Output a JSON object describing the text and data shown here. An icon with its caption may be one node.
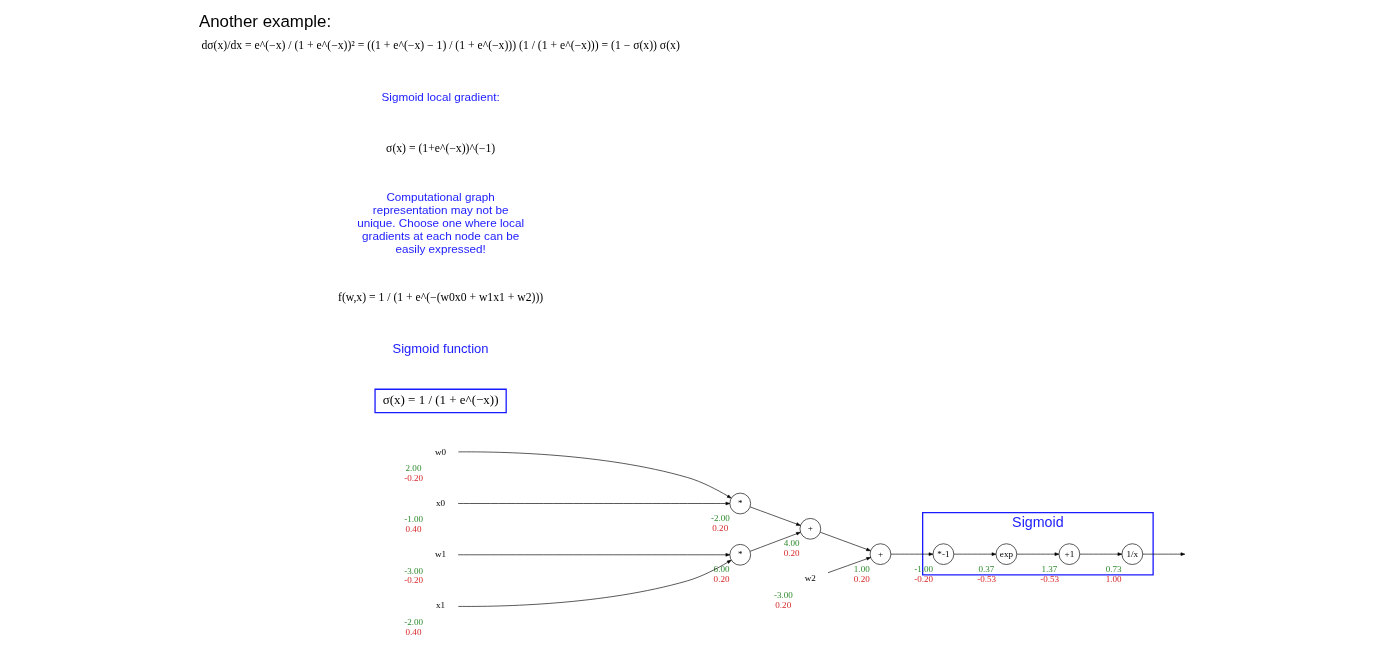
{
  "diagram": {
    "title": "Another example:",
    "nodes": [
      {
        "text": [
          "w0"
        ],
        "beside": [
          "2.00",
          "-0.20"
        ]
      },
      {
        "text": [
          "x0"
        ],
        "beside": [
          "-1.00",
          "0.40"
        ]
      },
      {
        "text": [
          "*"
        ],
        "beside": [
          "-2.00",
          "0.20"
        ]
      },
      {
        "text": [
          "w1"
        ],
        "beside": [
          "-3.00",
          "-0.20"
        ]
      },
      {
        "text": [
          "x1"
        ],
        "beside": [
          "-2.00",
          "0.40"
        ]
      },
      {
        "text": [
          "*"
        ],
        "beside": [
          "6.00",
          "0.20"
        ]
      },
      {
        "text": [
          "+"
        ],
        "beside": [
          "4.00",
          "0.20"
        ]
      },
      {
        "text": [
          "w2"
        ],
        "beside": [
          "-3.00",
          "0.20"
        ]
      },
      {
        "text": [
          "+"
        ],
        "beside": [
          "1.00",
          "0.20"
        ]
      },
      {
        "text": [
          "Sigmoid"
        ]
      },
      {
        "text": [
          "*-1"
        ],
        "in": 9,
        "beside": [
          "-1.00",
          "-0.20"
        ]
      },
      {
        "text": [
          "exp"
        ],
        "in": 9,
        "beside": [
          "0.37",
          "-0.53"
        ]
      },
      {
        "text": [
          "+1"
        ],
        "in": 9,
        "beside": [
          "1.37",
          "-0.53"
        ]
      },
      {
        "text": [
          "1/x"
        ],
        "in": 9,
        "beside": [
          "0.73",
          "1.00"
        ]
      },
      {
        "text": [
          "σ(x) = 1 / (1 + e^(−x))"
        ],
        "beside": [
          "Sigmoid function"
        ]
      }
    ],
    "edges": [
      {
        "from": 0,
        "to": 2,
        "arrow": "to"
      },
      {
        "from": 1,
        "to": 2,
        "arrow": "to"
      },
      {
        "from": 3,
        "to": 5,
        "arrow": "to"
      },
      {
        "from": 4,
        "to": 5,
        "arrow": "to"
      },
      {
        "from": 2,
        "to": 6,
        "arrow": "to"
      },
      {
        "from": 5,
        "to": 6,
        "arrow": "to"
      },
      {
        "from": 6,
        "to": 8,
        "arrow": "to"
      },
      {
        "from": 7,
        "to": 8,
        "arrow": "to"
      },
      {
        "from": 8,
        "to": 10,
        "arrow": "to"
      },
      {
        "from": 10,
        "to": 11,
        "arrow": "to"
      },
      {
        "from": 11,
        "to": 12,
        "arrow": "to"
      },
      {
        "from": 12,
        "to": 13,
        "arrow": "to"
      },
      {
        "from": 13,
        "to": null,
        "arrow": "to"
      }
    ],
    "labels": [
      "f(w,x) = 1 / (1 + e^(−(w0x0 + w1x1 + w2)))",
      "Computational graph representation may not be unique. Choose one where local gradients at each node can be easily expressed!",
      "σ(x) = (1+e^(−x))^(−1)",
      "Sigmoid local gradient:",
      "dσ(x)/dx = e^(−x) / (1 + e^(−x))² = ((1 + e^(−x) − 1) / (1 + e^(−x))) (1 / (1 + e^(−x))) = (1 − σ(x)) σ(x)"
    ]
  }
}
